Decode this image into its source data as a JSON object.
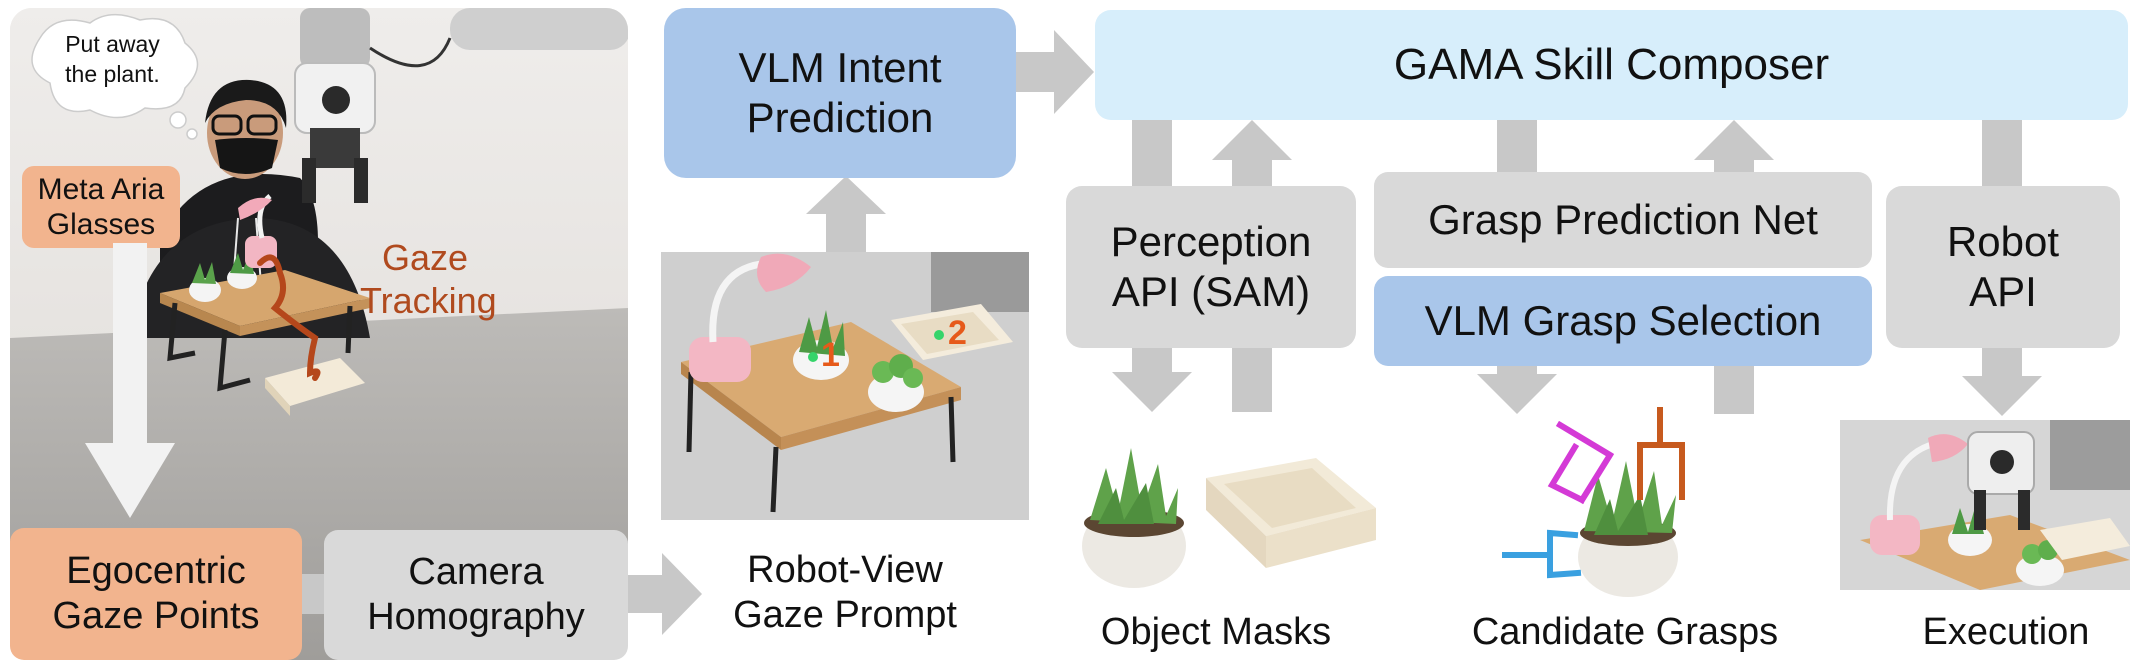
{
  "speech_bubble": "Put away\nthe plant.",
  "labels": {
    "meta_aria": "Meta Aria\nGlasses",
    "gaze_tracking": "Gaze\nTracking",
    "ego_gaze": "Egocentric\nGaze Points",
    "homography": "Camera\nHomography",
    "vlm_intent": "VLM Intent\nPrediction",
    "robot_view": "Robot-View\nGaze Prompt",
    "gama": "GAMA Skill Composer",
    "perception": "Perception\nAPI (SAM)",
    "grasp_net": "Grasp Prediction Net",
    "vlm_grasp": "VLM Grasp Selection",
    "robot_api": "Robot\nAPI",
    "object_masks": "Object Masks",
    "candidate_grasps": "Candidate Grasps",
    "execution": "Execution"
  },
  "gaze_markers": [
    "1",
    "2"
  ],
  "colors": {
    "gray_box": "#d9d9d9",
    "orange_box": "#f2b48e",
    "blue_box": "#a9c6ea",
    "light_blue_box": "#d7eefb",
    "arrow": "#c8c8c8",
    "gaze_trace": "#b5471b",
    "gaze_text": "#b04a1e"
  }
}
